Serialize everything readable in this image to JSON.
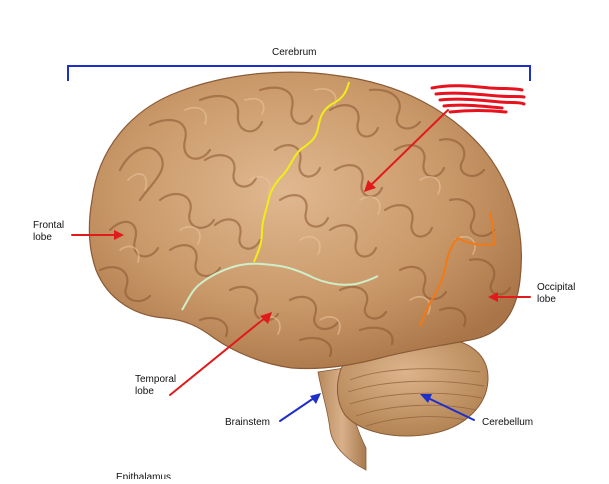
{
  "title": "Cerebrum",
  "labels": {
    "frontal": "Frontal\nlobe",
    "occipital": "Occipital\nlobe",
    "temporal": "Temporal\nlobe",
    "brainstem": "Brainstem",
    "cerebellum": "Cerebellum",
    "epithalamus": "Epithalamus"
  },
  "colors": {
    "bracket": "#1f2fc9",
    "arrow_red": "#e01b1b",
    "arrow_blue": "#1f2fc9",
    "central_sulcus": "#f2ec1a",
    "lateral_sulcus": "#cfeec9",
    "parieto_occipital": "#f07a17",
    "scribble": "#e8121f",
    "brain_base": "#c9976a",
    "brain_dark": "#8a5a36",
    "brain_light": "#dcb48c"
  }
}
